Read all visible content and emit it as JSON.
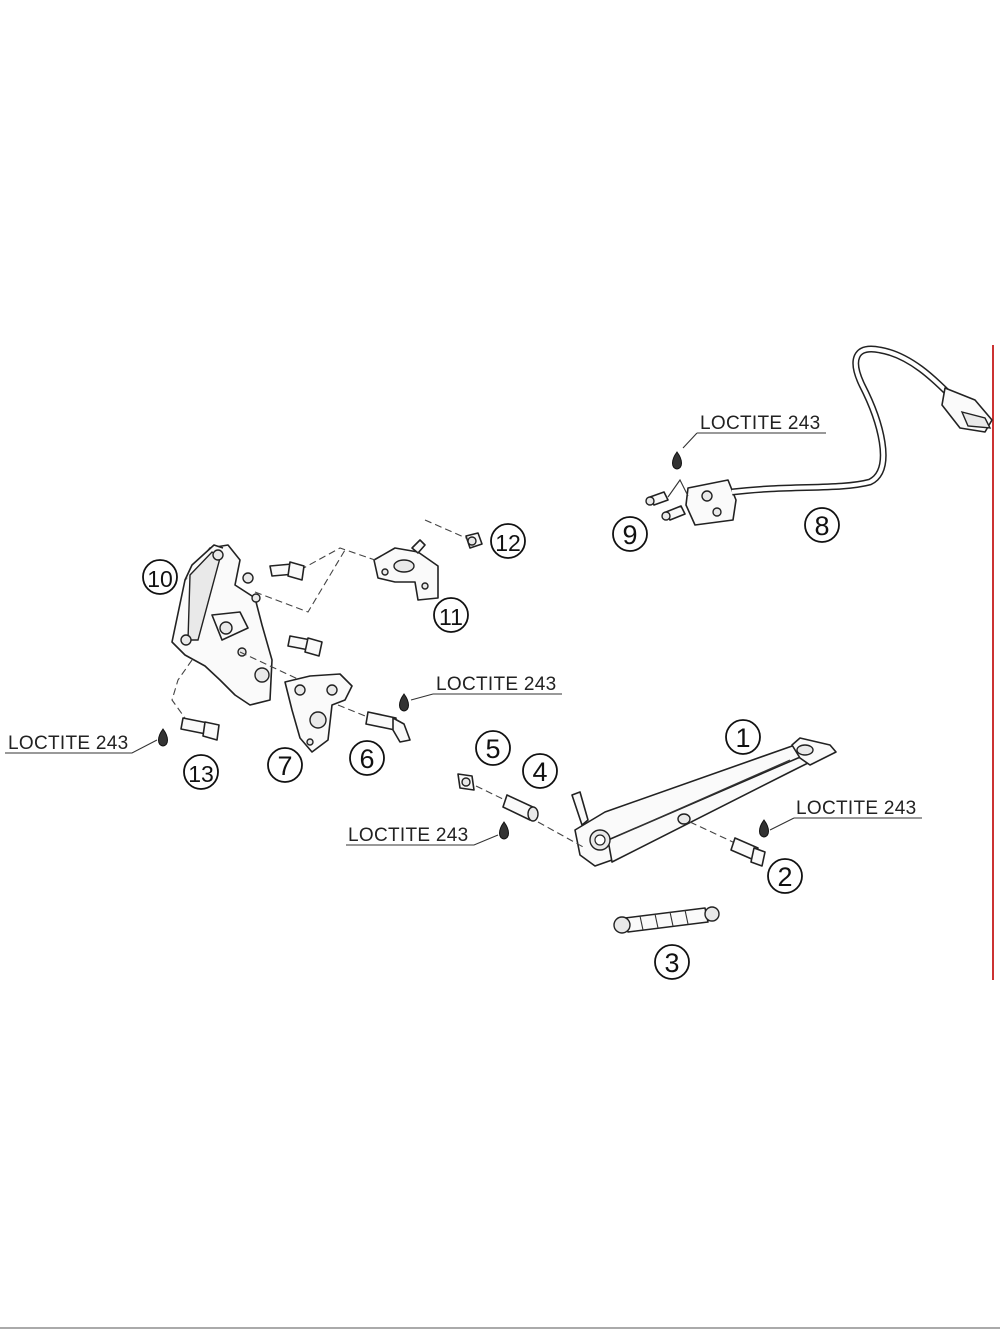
{
  "callouts": [
    {
      "id": "1",
      "text": "1"
    },
    {
      "id": "2",
      "text": "2"
    },
    {
      "id": "3",
      "text": "3"
    },
    {
      "id": "4",
      "text": "4"
    },
    {
      "id": "5",
      "text": "5"
    },
    {
      "id": "6",
      "text": "6"
    },
    {
      "id": "7",
      "text": "7"
    },
    {
      "id": "8",
      "text": "8"
    },
    {
      "id": "9",
      "text": "9"
    },
    {
      "id": "10",
      "text": "10"
    },
    {
      "id": "11",
      "text": "11"
    },
    {
      "id": "12",
      "text": "12"
    },
    {
      "id": "13",
      "text": "13"
    }
  ],
  "loctite_labels": [
    {
      "text": "LOCTITE 243"
    },
    {
      "text": "LOCTITE 243"
    },
    {
      "text": "LOCTITE 243"
    },
    {
      "text": "LOCTITE 243"
    },
    {
      "text": "LOCTITE 243"
    }
  ],
  "colors": {
    "ink": "#222222",
    "border_accent": "#cc3333"
  },
  "icons": [
    "loctite-drop-icon"
  ]
}
